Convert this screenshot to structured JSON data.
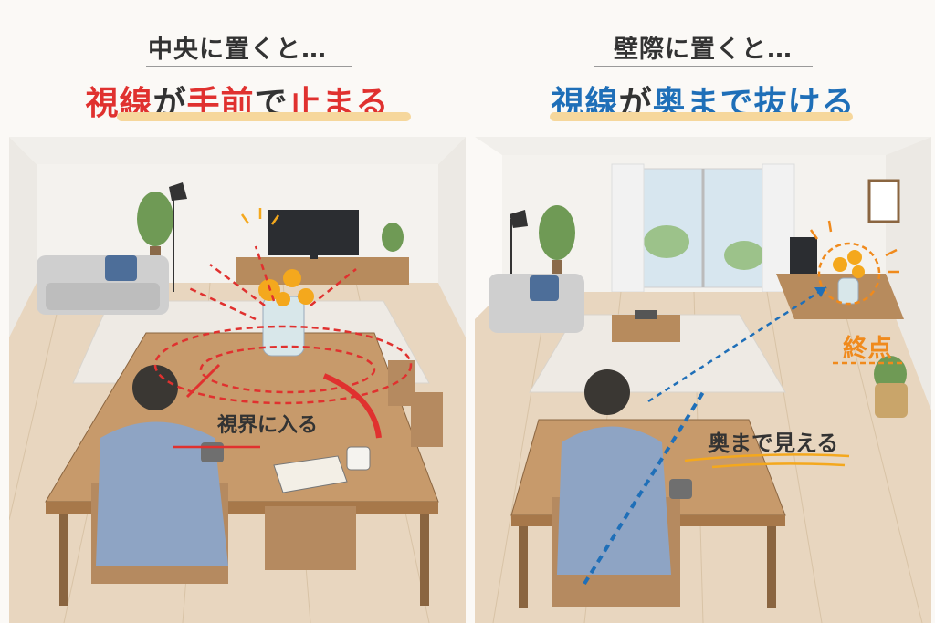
{
  "left_panel": {
    "subtitle": "中央に置くと…",
    "headline_parts": [
      {
        "text": "視線",
        "color": "#e0312f"
      },
      {
        "text": "が",
        "color": "#333333"
      },
      {
        "text": "手前",
        "color": "#e0312f"
      },
      {
        "text": "で",
        "color": "#333333"
      },
      {
        "text": "止まる",
        "color": "#e0312f"
      }
    ],
    "label": "視界に入る",
    "arrow_color": "#e0312f"
  },
  "right_panel": {
    "subtitle": "壁際に置くと…",
    "headline_parts": [
      {
        "text": "視線",
        "color": "#1f6fb8"
      },
      {
        "text": "が",
        "color": "#333333"
      },
      {
        "text": "奥まで",
        "color": "#1f6fb8"
      },
      {
        "text": "抜ける",
        "color": "#1f6fb8"
      }
    ],
    "label_endpoint": "終点",
    "label_sight": "奥まで見える",
    "endpoint_color": "#f08a1c",
    "arrow_color": "#1f6fb8"
  }
}
